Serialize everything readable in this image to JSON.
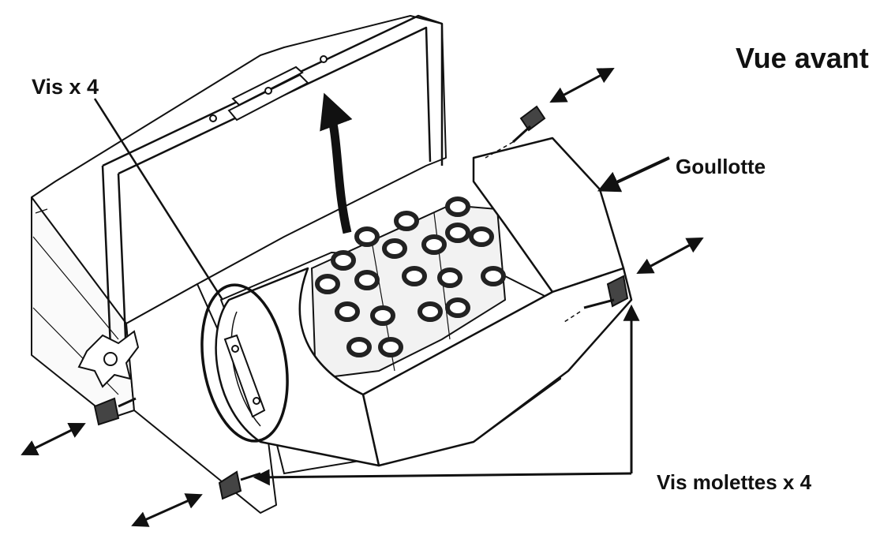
{
  "labels": {
    "view": "Vue avant",
    "screws": "Vis x 4",
    "chute": "Goullotte",
    "thumb_screws": "Vis molettes x 4"
  },
  "colors": {
    "line": "#111111",
    "fill": "#ffffff",
    "shade": "#eeeeee",
    "nozzle_ring": "#222222"
  },
  "icons": {
    "rotation_arrow": "curved-arrow-icon",
    "move_arrow": "double-arrow-icon",
    "pointer": "arrow-icon",
    "thumb_screw": "thumb-screw-icon"
  }
}
